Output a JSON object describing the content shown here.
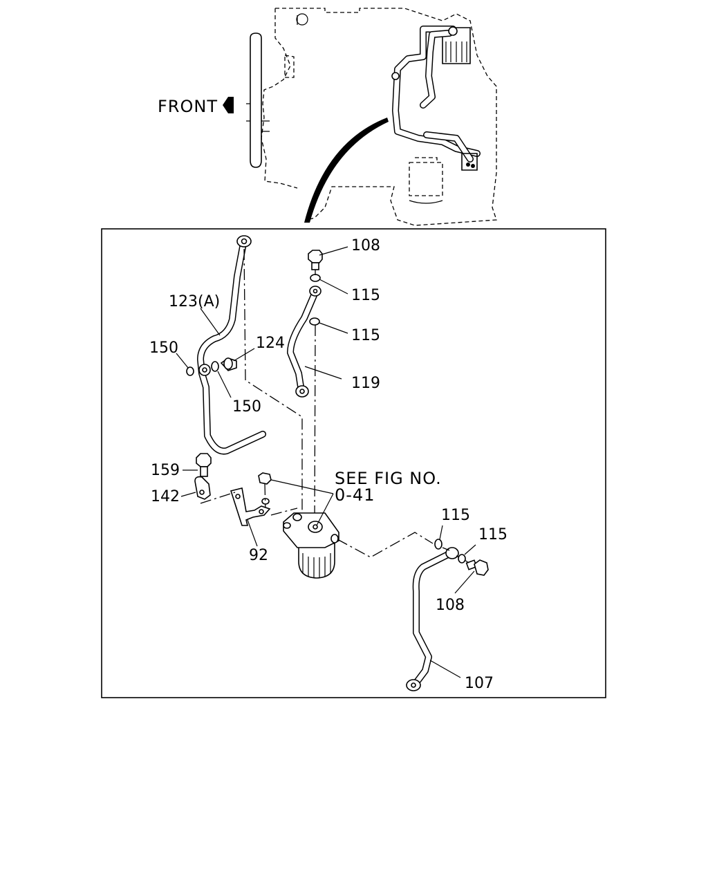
{
  "overview": {
    "front_label": "FRONT"
  },
  "callouts": {
    "c108_top": "108",
    "c115_a": "115",
    "c115_b": "115",
    "c123": "123(A)",
    "c150_left": "150",
    "c124": "124",
    "c150_right": "150",
    "c119": "119",
    "c159": "159",
    "c142": "142",
    "c92": "92",
    "c115_c": "115",
    "c115_d": "115",
    "c108_bottom": "108",
    "c107": "107"
  },
  "reference": {
    "line1": "SEE FIG NO.",
    "line2": "0-41"
  }
}
